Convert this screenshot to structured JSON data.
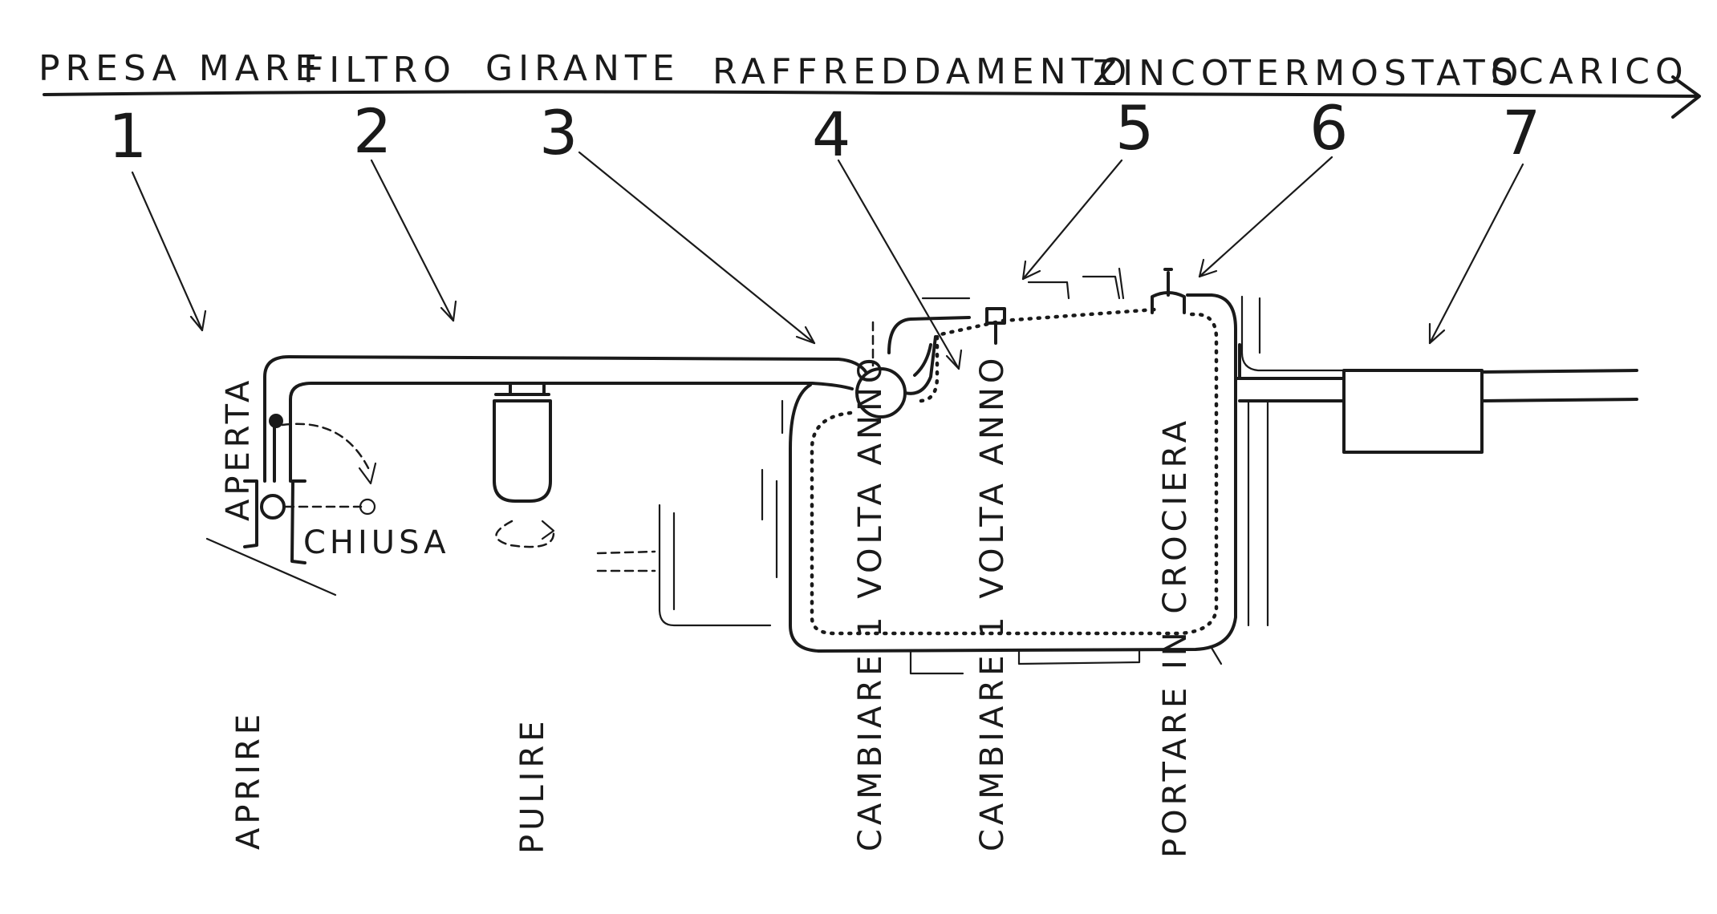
{
  "stages": [
    {
      "name": "PRESA MARE"
    },
    {
      "name": "FILTRO"
    },
    {
      "name": "GIRANTE"
    },
    {
      "name": "RAFFREDDAMENTO"
    },
    {
      "name": "ZINCO"
    },
    {
      "name": "TERMOSTATO"
    },
    {
      "name": "SCARICO"
    }
  ],
  "numbers": [
    "1",
    "2",
    "3",
    "4",
    "5",
    "6",
    "7"
  ],
  "valve": {
    "open": "APERTA",
    "closed": "CHIUSA"
  },
  "actions": [
    "APRIRE",
    "PULIRE",
    "CAMBIARE 1 VOLTA ANNO",
    "CAMBIARE 1 VOLTA ANNO",
    "PORTARE IN CROCIERA"
  ]
}
